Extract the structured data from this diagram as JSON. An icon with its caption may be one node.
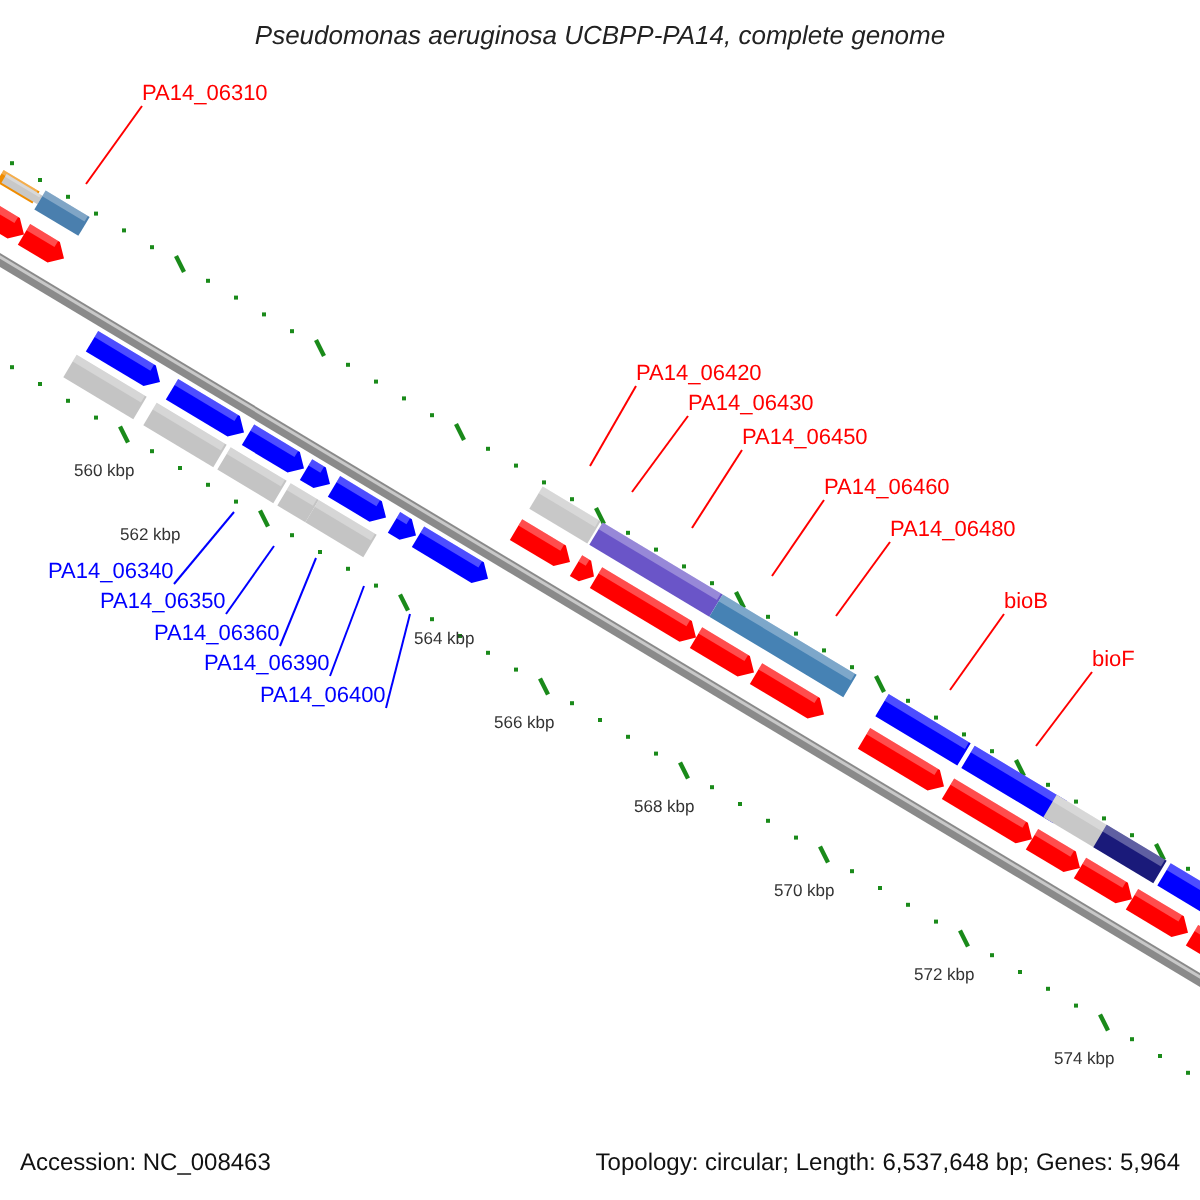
{
  "diagram": {
    "title": "Pseudomonas aeruginosa UCBPP-PA14, complete genome",
    "nodes": [
      {
        "text": [
          "PA14_06310"
        ]
      },
      {
        "text": [
          "PA14_06340"
        ]
      },
      {
        "text": [
          "PA14_06350"
        ]
      },
      {
        "text": [
          "PA14_06360"
        ]
      },
      {
        "text": [
          "PA14_06390"
        ]
      },
      {
        "text": [
          "PA14_06400"
        ]
      },
      {
        "text": [
          "PA14_06420"
        ]
      },
      {
        "text": [
          "PA14_06430"
        ]
      },
      {
        "text": [
          "PA14_06450"
        ]
      },
      {
        "text": [
          "PA14_06460"
        ]
      },
      {
        "text": [
          "PA14_06480"
        ]
      },
      {
        "text": [
          "bioB"
        ]
      },
      {
        "text": [
          "bioF"
        ]
      }
    ],
    "edges": [
      {
        "from": 0,
        "to": null,
        "arrow": "none"
      },
      {
        "from": 1,
        "to": null,
        "arrow": "none",
        "color": "#0000ff"
      },
      {
        "from": 2,
        "to": null,
        "arrow": "none",
        "color": "#0000ff"
      },
      {
        "from": 3,
        "to": null,
        "arrow": "none",
        "color": "#0000ff"
      },
      {
        "from": 4,
        "to": null,
        "arrow": "none",
        "color": "#0000ff"
      },
      {
        "from": 5,
        "to": null,
        "arrow": "none",
        "color": "#0000ff"
      },
      {
        "from": 6,
        "to": null,
        "arrow": "none"
      },
      {
        "from": 7,
        "to": null,
        "arrow": "none"
      },
      {
        "from": 8,
        "to": null,
        "arrow": "none"
      },
      {
        "from": 9,
        "to": null,
        "arrow": "none"
      },
      {
        "from": 10,
        "to": null,
        "arrow": "none"
      },
      {
        "from": 11,
        "to": null,
        "arrow": "none"
      },
      {
        "from": 12,
        "to": null,
        "arrow": "none"
      }
    ],
    "labels": [
      "560 kbp",
      "562 kbp",
      "564 kbp",
      "566 kbp",
      "568 kbp",
      "570 kbp",
      "572 kbp",
      "574 kbp",
      "Accession: NC_008463",
      "Topology: circular; Length: 6,537,648 bp; Genes: 5,964"
    ]
  }
}
